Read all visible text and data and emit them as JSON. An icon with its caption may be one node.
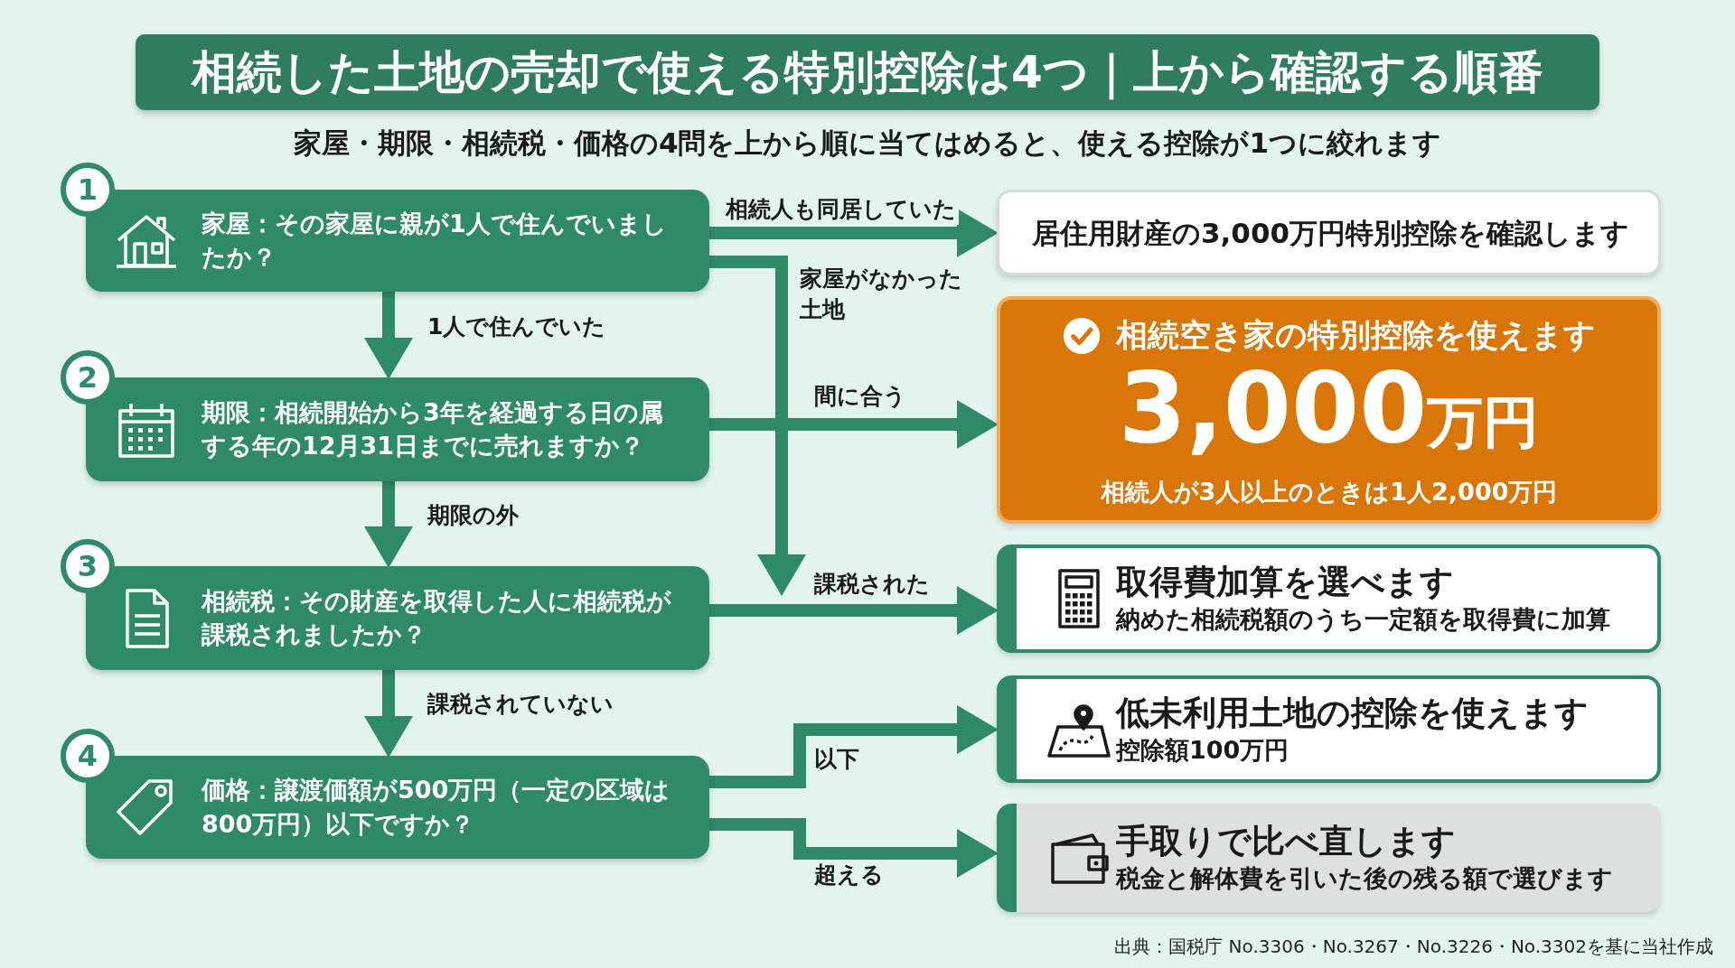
{
  "diagram": {
    "title": "相続した土地の売却で使える特別控除は4つ｜上から確認する順番",
    "nodes": [
      {
        "text": [
          "家屋：その家屋に親が1人で住んでいましたか？"
        ],
        "beside": [
          "1"
        ]
      },
      {
        "text": [
          "期限：相続開始から3年を経過する日の属する年の12月31日までに売れますか？"
        ],
        "beside": [
          "2"
        ]
      },
      {
        "text": [
          "相続税：その財産を取得した人に相続税が課税されましたか？"
        ],
        "beside": [
          "3"
        ]
      },
      {
        "text": [
          "価格：譲渡価額が500万円（一定の区域は800万円）以下ですか？"
        ],
        "beside": [
          "4"
        ]
      },
      {
        "text": [
          "居住用財産の3,000万円特別控除を確認します"
        ]
      },
      {
        "text": [
          "相続空き家の特別控除を使えます",
          "3,000万円",
          "相続人が3人以上のときは1人2,000万円"
        ]
      },
      {
        "text": [
          "取得費加算を選べます",
          "納めた相続税額のうち一定額を取得費に加算"
        ]
      },
      {
        "text": [
          "低未利用土地の控除を使えます",
          "控除額100万円"
        ]
      },
      {
        "text": [
          "手取りで比べ直します",
          "税金と解体費を引いた後の残る額で選びます"
        ]
      }
    ],
    "edges": [
      {
        "from": 0,
        "to": 4,
        "arrow": "to",
        "label": "相続人も同居していた"
      },
      {
        "from": 0,
        "to": 2,
        "arrow": "to",
        "label": "家屋がなかった土地"
      },
      {
        "from": 0,
        "to": 1,
        "arrow": "to",
        "label": "1人で住んでいた"
      },
      {
        "from": 1,
        "to": 5,
        "arrow": "to",
        "label": "間に合う"
      },
      {
        "from": 1,
        "to": 2,
        "arrow": "to",
        "label": "期限の外"
      },
      {
        "from": 2,
        "to": 6,
        "arrow": "to",
        "label": "課税された"
      },
      {
        "from": 2,
        "to": 3,
        "arrow": "to",
        "label": "課税されていない"
      },
      {
        "from": 3,
        "to": 7,
        "arrow": "to",
        "label": "以下"
      },
      {
        "from": 3,
        "to": 8,
        "arrow": "to",
        "label": "超える"
      }
    ],
    "labels": [
      "家屋・期限・相続税・価格の4問を上から順に当てはめると、使える控除が1つに絞れます",
      "出典：国税庁 No.3306・No.3267・No.3226・No.3302を基に当社作成"
    ]
  }
}
